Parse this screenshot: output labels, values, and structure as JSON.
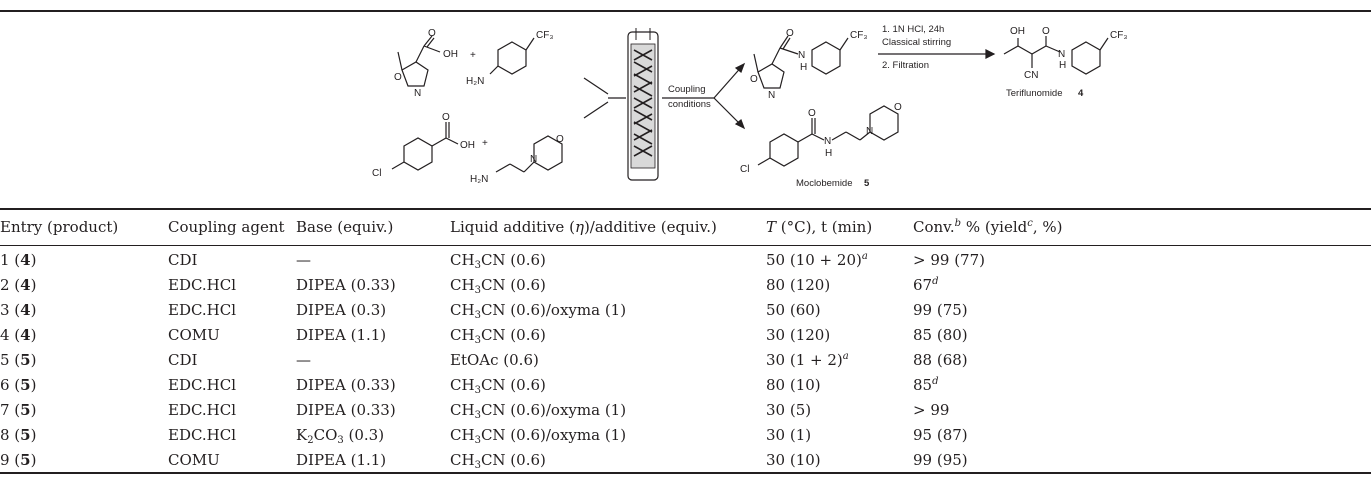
{
  "scheme": {
    "coupling_label_1": "Coupling",
    "coupling_label_2": "conditions",
    "step1": "1. 1N HCl, 24h",
    "step1b": "Classical stirring",
    "step2": "2. Filtration",
    "product_a": "Teriflunomide",
    "product_a_num": "4",
    "product_b": "Moclobemide",
    "product_b_num": "5",
    "atoms": {
      "o": "O",
      "oh": "OH",
      "n": "N",
      "h": "H",
      "nh2": "H₂N",
      "cf3": "CF₃",
      "cl": "Cl",
      "cn": "CN",
      "plus": "+"
    }
  },
  "table": {
    "headers": [
      "Entry (product)",
      "Coupling agent",
      "Base (equiv.)",
      "Liquid additive (η)/additive (equiv.)",
      "T (°C), t (min)",
      "Conv. % (yield, %)"
    ],
    "rows": [
      {
        "entry": "1",
        "product": "4",
        "agent": "CDI",
        "base": "—",
        "additive": "CH3CN (0.6)",
        "temp_time": "50 (10 + 20)",
        "temp_note": "a",
        "conv": "> 99 (77)",
        "conv_note": ""
      },
      {
        "entry": "2",
        "product": "4",
        "agent": "EDC.HCl",
        "base": "DIPEA (0.33)",
        "additive": "CH3CN (0.6)",
        "temp_time": "80 (120)",
        "temp_note": "",
        "conv": "67",
        "conv_note": "d"
      },
      {
        "entry": "3",
        "product": "4",
        "agent": "EDC.HCl",
        "base": "DIPEA (0.3)",
        "additive": "CH3CN (0.6)/oxyma (1)",
        "temp_time": "50 (60)",
        "temp_note": "",
        "conv": "99 (75)",
        "conv_note": ""
      },
      {
        "entry": "4",
        "product": "4",
        "agent": "COMU",
        "base": "DIPEA (1.1)",
        "additive": "CH3CN (0.6)",
        "temp_time": "30 (120)",
        "temp_note": "",
        "conv": "85 (80)",
        "conv_note": ""
      },
      {
        "entry": "5",
        "product": "5",
        "agent": "CDI",
        "base": "—",
        "additive": "EtOAc (0.6)",
        "temp_time": "30 (1 + 2)",
        "temp_note": "a",
        "conv": "88 (68)",
        "conv_note": ""
      },
      {
        "entry": "6",
        "product": "5",
        "agent": "EDC.HCl",
        "base": "DIPEA (0.33)",
        "additive": "CH3CN (0.6)",
        "temp_time": "80 (10)",
        "temp_note": "",
        "conv": "85",
        "conv_note": "d"
      },
      {
        "entry": "7",
        "product": "5",
        "agent": "EDC.HCl",
        "base": "DIPEA (0.33)",
        "additive": "CH3CN (0.6)/oxyma (1)",
        "temp_time": "30 (5)",
        "temp_note": "",
        "conv": "> 99",
        "conv_note": ""
      },
      {
        "entry": "8",
        "product": "5",
        "agent": "EDC.HCl",
        "base": "K2CO3 (0.3)",
        "additive": "CH3CN (0.6)/oxyma (1)",
        "temp_time": "30 (1)",
        "temp_note": "",
        "conv": "95 (87)",
        "conv_note": ""
      },
      {
        "entry": "9",
        "product": "5",
        "agent": "COMU",
        "base": "DIPEA (1.1)",
        "additive": "CH3CN (0.6)",
        "temp_time": "30 (10)",
        "temp_note": "",
        "conv": "99 (95)",
        "conv_note": ""
      }
    ]
  }
}
